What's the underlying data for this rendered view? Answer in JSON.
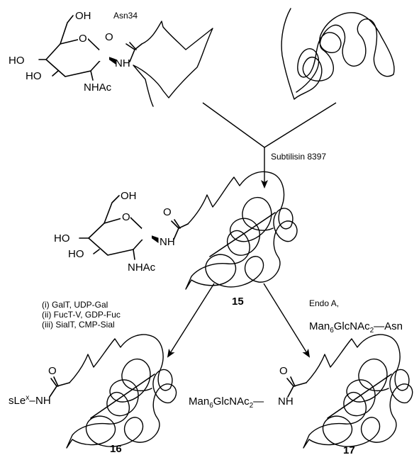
{
  "colors": {
    "ink": "#000000",
    "background": "#ffffff"
  },
  "structures": {
    "top_left": {
      "residue": "Asn34",
      "oh": "OH",
      "ho1": "HO",
      "ho2": "HO",
      "ring_o": "O",
      "nh": "NH",
      "nhac": "NHAc",
      "carbonyl_o": "O"
    },
    "middle": {
      "oh": "OH",
      "ho1": "HO",
      "ho2": "HO",
      "ring_o": "O",
      "nh": "NH",
      "nhac": "NHAc",
      "carbonyl_o": "O",
      "compound": "15"
    },
    "bottom_left": {
      "prefix": "sLe",
      "sup": "x",
      "nh": "NH",
      "carbonyl_o": "O",
      "compound": "16"
    },
    "bottom_right": {
      "prefix": "Man",
      "sub1": "6",
      "mid": "GlcNAc",
      "sub2": "2",
      "nh": "NH",
      "carbonyl_o": "O",
      "compound": "17"
    }
  },
  "conditions": {
    "ligation": "Subtilisin 8397",
    "left_steps": [
      "(i) GalT, UDP-Gal",
      "(ii) FucT-V, GDP-Fuc",
      "(iii) SialT, CMP-Sial"
    ],
    "right_reagent": "Endo A,",
    "right_donor": {
      "prefix": "Man",
      "sub1": "6",
      "mid": "GlcNAc",
      "sub2": "2",
      "suffix": "—Asn"
    }
  }
}
